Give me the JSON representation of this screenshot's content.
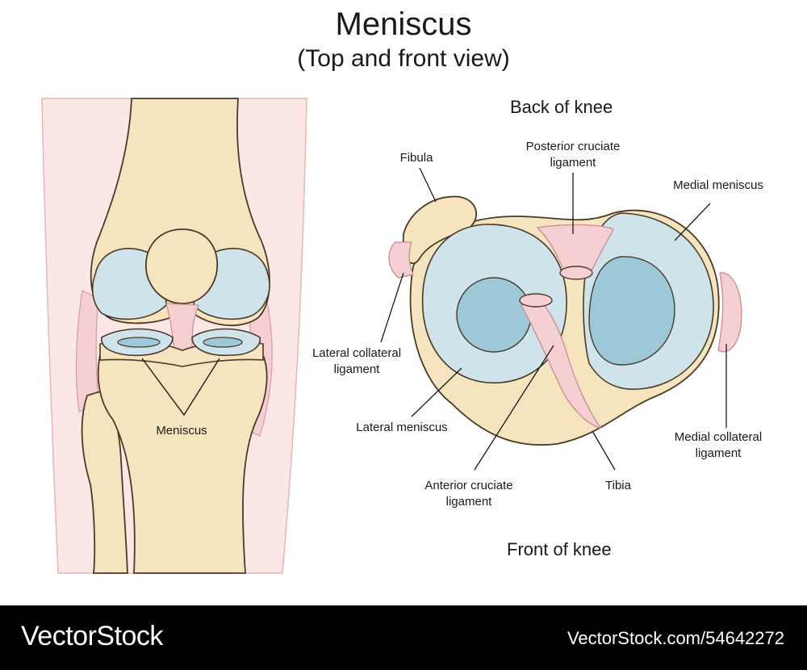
{
  "header": {
    "title": "Meniscus",
    "subtitle": "(Top and front view)"
  },
  "front_view": {
    "meniscus_label": "Meniscus"
  },
  "top_view": {
    "back_heading": "Back of knee",
    "front_heading": "Front of knee",
    "labels": {
      "fibula": "Fibula",
      "pcl_line1": "Posterior cruciate",
      "pcl_line2": "ligament",
      "medial_meniscus": "Medial meniscus",
      "lcl_line1": "Lateral collateral",
      "lcl_line2": "ligament",
      "lateral_meniscus": "Lateral meniscus",
      "mcl_line1": "Medial collateral",
      "mcl_line2": "ligament",
      "acl_line1": "Anterior cruciate",
      "acl_line2": "ligament",
      "tibia": "Tibia"
    }
  },
  "footer": {
    "brand": "VectorStock",
    "stock_id": "VectorStock.com/54642272"
  },
  "colors": {
    "bone": "#f5e4bd",
    "bone_stroke": "#4a3a28",
    "cartilage": "#cfe3ea",
    "cartilage_dark": "#9cc8d8",
    "ligament": "#f6cfd3",
    "skin": "#fbe7e5",
    "footer_bg": "#000000"
  }
}
